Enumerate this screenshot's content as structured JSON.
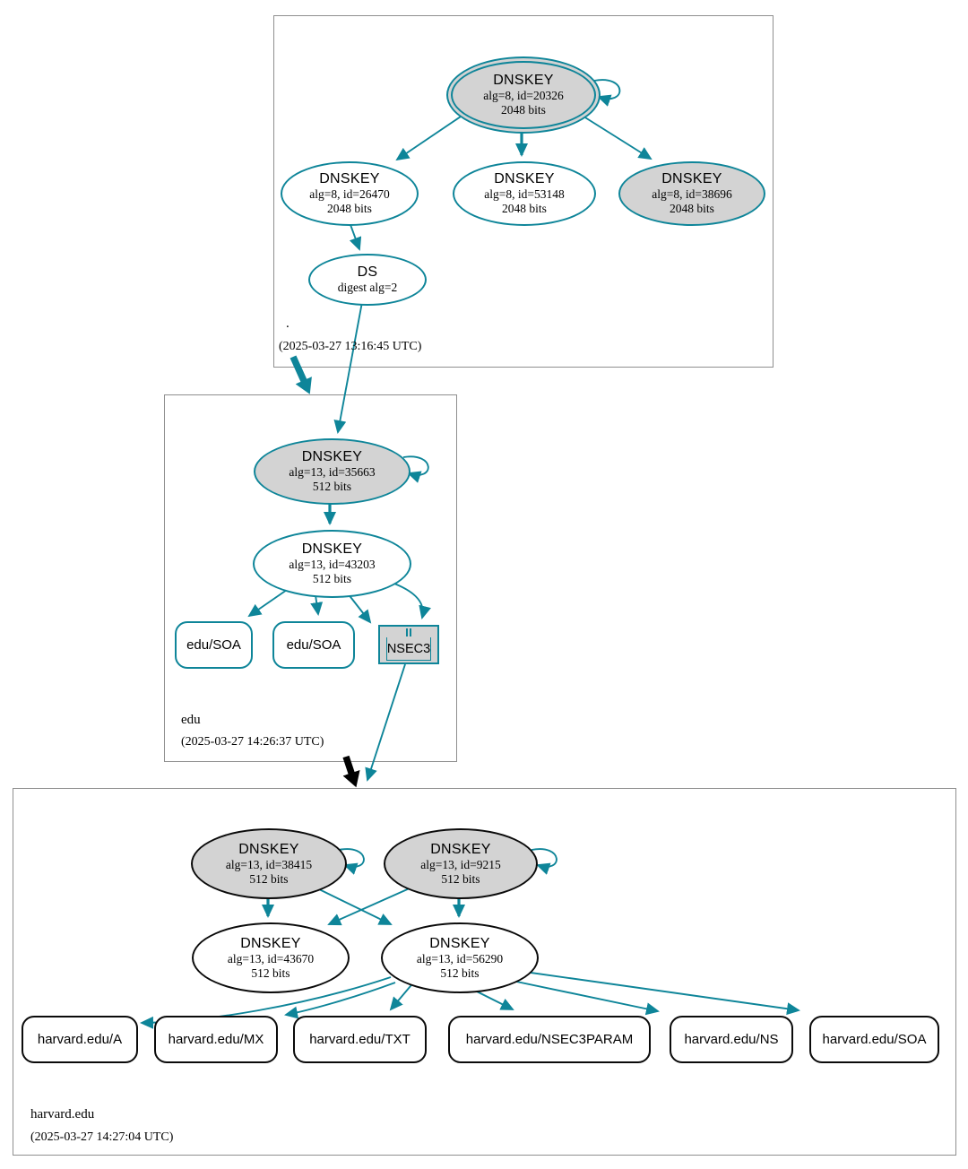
{
  "colors": {
    "secure_teal": "#0e8599",
    "insecure_black": "#000000",
    "key_fill_gray": "#d3d3d3",
    "zone_box_border": "#8f8f8f"
  },
  "zones": {
    "root": {
      "name": ".",
      "timestamp": "(2025-03-27 13:16:45 UTC)",
      "ksk": {
        "type": "DNSKEY",
        "detail": "alg=8, id=20326",
        "bits": "2048 bits"
      },
      "keys": [
        {
          "type": "DNSKEY",
          "detail": "alg=8, id=26470",
          "bits": "2048 bits"
        },
        {
          "type": "DNSKEY",
          "detail": "alg=8, id=53148",
          "bits": "2048 bits"
        },
        {
          "type": "DNSKEY",
          "detail": "alg=8, id=38696",
          "bits": "2048 bits"
        }
      ],
      "ds": {
        "type": "DS",
        "detail": "digest alg=2"
      }
    },
    "edu": {
      "name": "edu",
      "timestamp": "(2025-03-27 14:26:37 UTC)",
      "ksk": {
        "type": "DNSKEY",
        "detail": "alg=13, id=35663",
        "bits": "512 bits"
      },
      "zsk": {
        "type": "DNSKEY",
        "detail": "alg=13, id=43203",
        "bits": "512 bits"
      },
      "rrsets": [
        {
          "label": "edu/SOA"
        },
        {
          "label": "edu/SOA"
        }
      ],
      "nsec3": {
        "label": "NSEC3"
      }
    },
    "harvard": {
      "name": "harvard.edu",
      "timestamp": "(2025-03-27 14:27:04 UTC)",
      "ksks": [
        {
          "type": "DNSKEY",
          "detail": "alg=13, id=38415",
          "bits": "512 bits"
        },
        {
          "type": "DNSKEY",
          "detail": "alg=13, id=9215",
          "bits": "512 bits"
        }
      ],
      "zsks": [
        {
          "type": "DNSKEY",
          "detail": "alg=13, id=43670",
          "bits": "512 bits"
        },
        {
          "type": "DNSKEY",
          "detail": "alg=13, id=56290",
          "bits": "512 bits"
        }
      ],
      "rrsets": [
        {
          "label": "harvard.edu/A"
        },
        {
          "label": "harvard.edu/MX"
        },
        {
          "label": "harvard.edu/TXT"
        },
        {
          "label": "harvard.edu/NSEC3PARAM"
        },
        {
          "label": "harvard.edu/NS"
        },
        {
          "label": "harvard.edu/SOA"
        }
      ]
    }
  }
}
